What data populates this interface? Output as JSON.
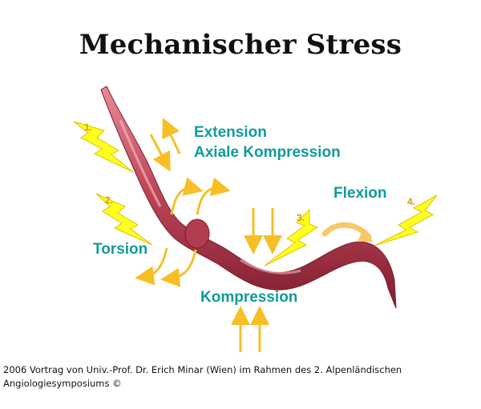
{
  "title": "Mechanischer Stress",
  "labels": {
    "extension": "Extension",
    "axial": "Axiale Kompression",
    "flexion": "Flexion",
    "torsion": "Torsion",
    "kompression": "Kompression"
  },
  "markers": [
    "1.",
    "2.",
    "3.",
    "4."
  ],
  "footer": {
    "line1": "2006 Vortrag von Univ.-Prof. Dr. Erich Minar (Wien) im Rahmen des 2. Alpenländischen",
    "line2": "Angiologiesymposiums ©"
  },
  "colors": {
    "label": "#119a9a",
    "bolt": "#ffff1e",
    "arrow": "#f7bf25",
    "vessel": "#c0485a"
  }
}
